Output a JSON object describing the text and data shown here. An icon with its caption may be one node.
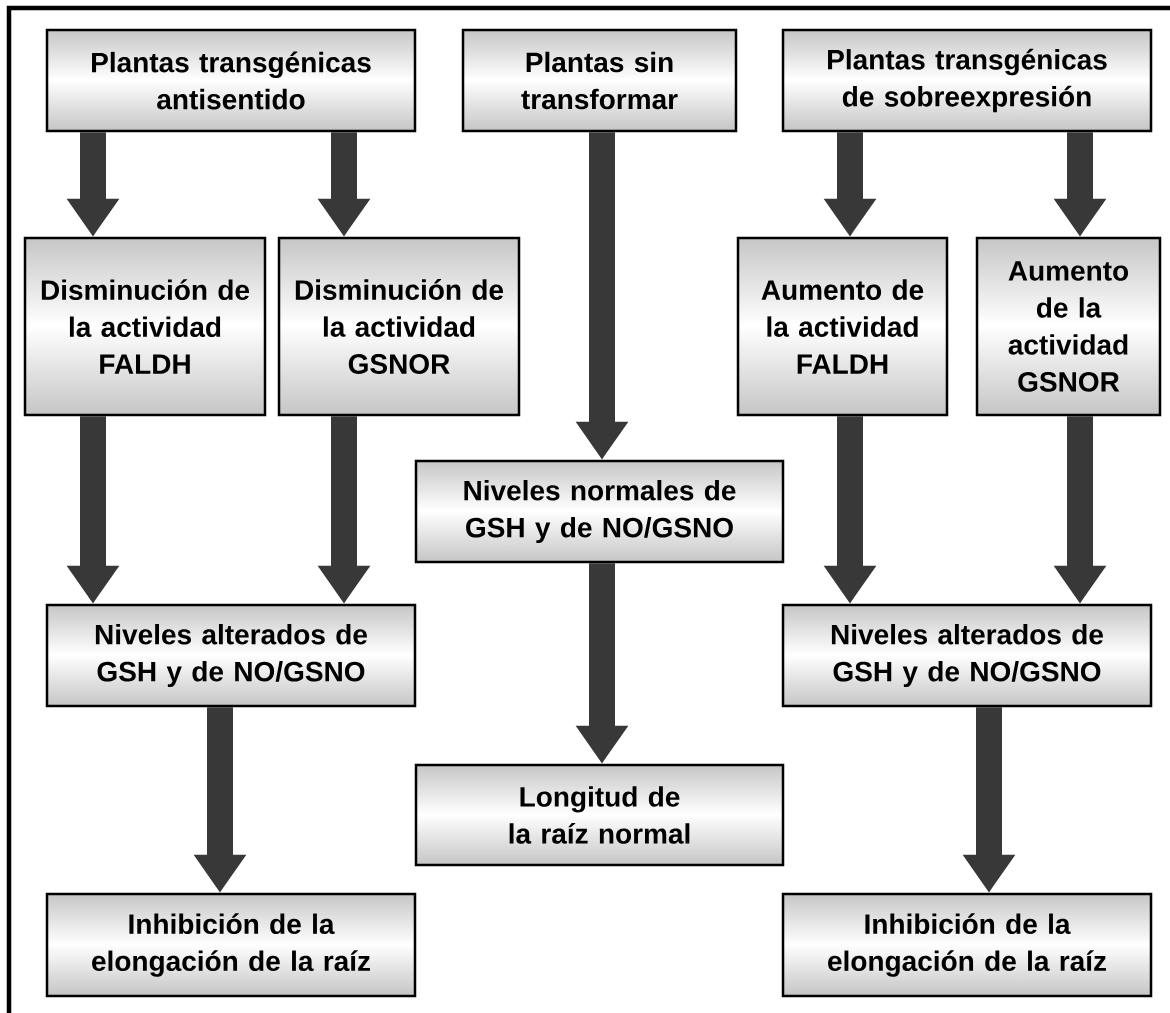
{
  "diagram": {
    "nodes": [
      {
        "text": [
          "Plantas transgénicas antisentido"
        ]
      },
      {
        "text": [
          "Plantas sin transformar"
        ]
      },
      {
        "text": [
          "Plantas transgénicas de sobreexpresión"
        ]
      },
      {
        "text": [
          "Disminución de la actividad FALDH"
        ]
      },
      {
        "text": [
          "Disminución de la actividad GSNOR"
        ]
      },
      {
        "text": [
          "Aumento de la actividad FALDH"
        ]
      },
      {
        "text": [
          "Aumento de la actividad GSNOR"
        ]
      },
      {
        "text": [
          "Niveles normales de GSH y de NO/GSNO"
        ]
      },
      {
        "text": [
          "Niveles alterados de GSH y de NO/GSNO"
        ]
      },
      {
        "text": [
          "Niveles alterados de GSH y de NO/GSNO"
        ]
      },
      {
        "text": [
          "Longitud de la raíz normal"
        ]
      },
      {
        "text": [
          "Inhibición de la elongación de la raíz"
        ]
      },
      {
        "text": [
          "Inhibición de la elongación de la raíz"
        ]
      }
    ],
    "edges": [
      {
        "from": 0,
        "to": 3,
        "arrow": "to"
      },
      {
        "from": 0,
        "to": 4,
        "arrow": "to"
      },
      {
        "from": 1,
        "to": 7,
        "arrow": "to"
      },
      {
        "from": 2,
        "to": 5,
        "arrow": "to"
      },
      {
        "from": 2,
        "to": 6,
        "arrow": "to"
      },
      {
        "from": 3,
        "to": 8,
        "arrow": "to"
      },
      {
        "from": 4,
        "to": 8,
        "arrow": "to"
      },
      {
        "from": 5,
        "to": 9,
        "arrow": "to"
      },
      {
        "from": 6,
        "to": 9,
        "arrow": "to"
      },
      {
        "from": 7,
        "to": 10,
        "arrow": "to"
      },
      {
        "from": 8,
        "to": 11,
        "arrow": "to"
      },
      {
        "from": 9,
        "to": 12,
        "arrow": "to"
      }
    ]
  }
}
